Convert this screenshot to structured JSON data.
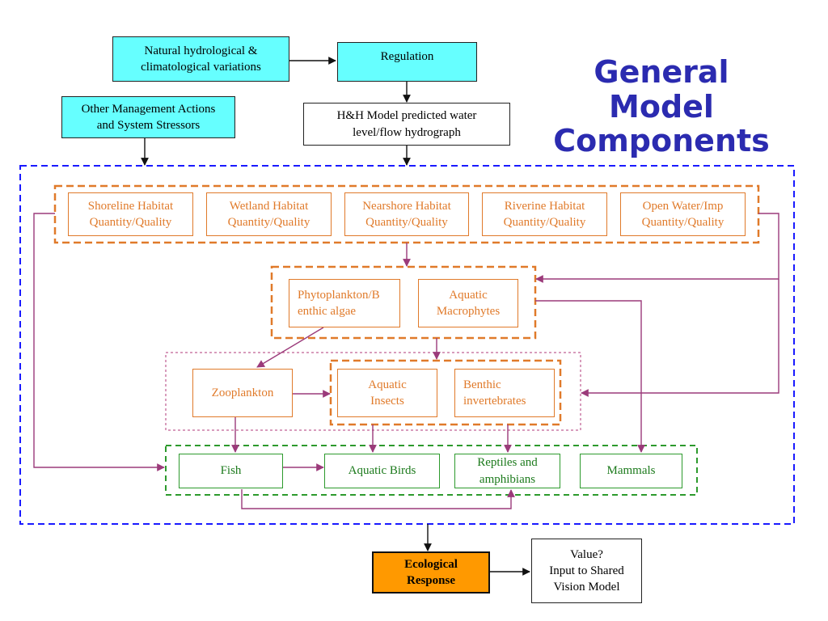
{
  "title": "General Model\nComponents",
  "nodes": {
    "natural_variations": "Natural hydrological &\nclimatological variations",
    "regulation": "Regulation",
    "other_management": "Other Management Actions\nand System Stressors",
    "hh_model": "H&H Model predicted water\nlevel/flow hydrograph",
    "shoreline": "Shoreline Habitat\nQuantity/Quality",
    "wetland": "Wetland Habitat\nQuantity/Quality",
    "nearshore": "Nearshore Habitat\nQuantity/Quality",
    "riverine": "Riverine Habitat\nQuantity/Quality",
    "open_water": "Open Water/Imp\nQuantity/Quality",
    "phytoplankton": "Phytoplankton/B\nenthic algae",
    "macrophytes": "Aquatic\nMacrophytes",
    "zooplankton": "Zooplankton",
    "aquatic_insects": "Aquatic\nInsects",
    "benthic": "Benthic\ninvertebrates",
    "fish": "Fish",
    "aquatic_birds": "Aquatic Birds",
    "reptiles": "Reptiles and\namphibians",
    "mammals": "Mammals",
    "ecological_response": "Ecological\nResponse",
    "value": "Value?\nInput to Shared\nVision Model"
  },
  "colors": {
    "cyan_fill": "#66ffff",
    "habitat_orange": "#e07a2a",
    "animal_green": "#2d9a2d",
    "boundary_blue": "#1a1aff",
    "arrow_purple": "#9b3a7a",
    "response_orange": "#ff9900",
    "title_blue": "#2b2bb0"
  }
}
